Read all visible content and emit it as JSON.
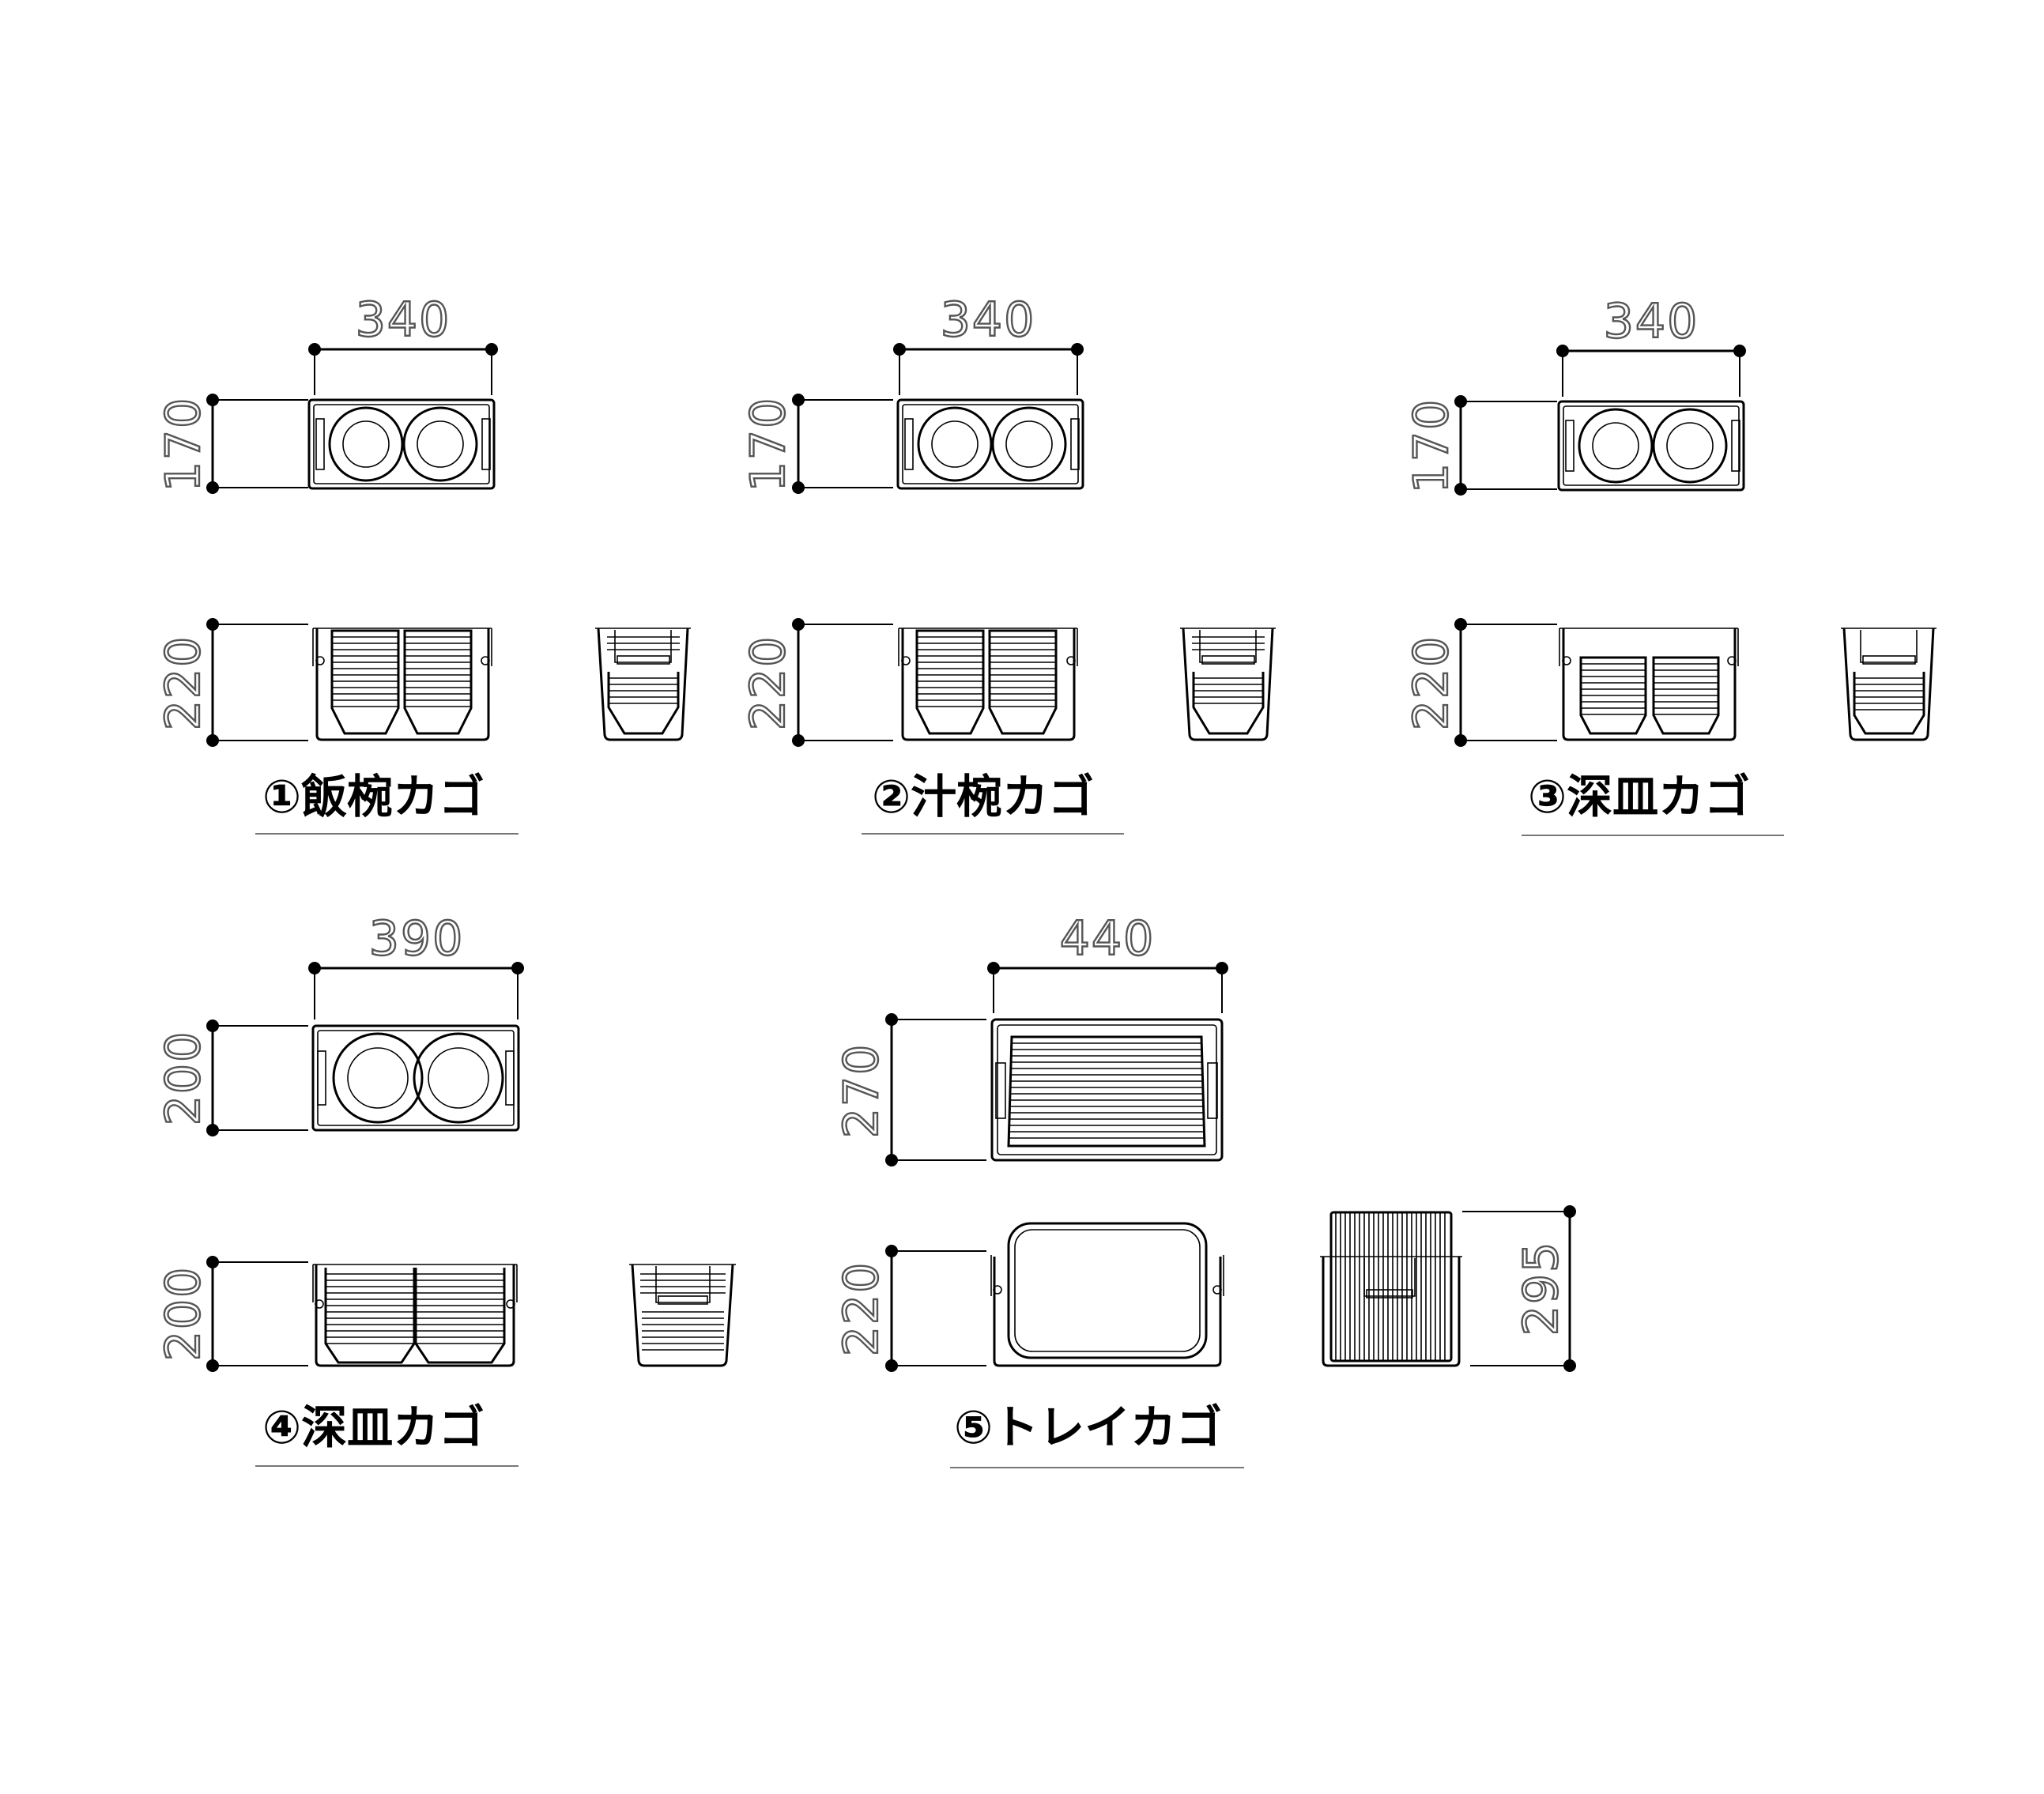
{
  "baskets": [
    {
      "id": "rice-bowl",
      "caption": "①飯椀カゴ",
      "plan": {
        "width_dim": "340",
        "height_dim": "170",
        "contents": "bowls"
      },
      "side": {
        "height_dim": "220",
        "contents": "stacked-bowls"
      },
      "end": {
        "contents": "stacked-bowls"
      }
    },
    {
      "id": "soup-bowl",
      "caption": "②汁椀カゴ",
      "plan": {
        "width_dim": "340",
        "height_dim": "170",
        "contents": "bowls"
      },
      "side": {
        "height_dim": "220",
        "contents": "stacked-bowls"
      },
      "end": {
        "contents": "stacked-bowls"
      }
    },
    {
      "id": "deep-plate-small",
      "caption": "③深皿カゴ",
      "plan": {
        "width_dim": "340",
        "height_dim": "170",
        "contents": "bowls"
      },
      "side": {
        "height_dim": "220",
        "contents": "short-stack"
      },
      "end": {
        "contents": "short-stack"
      }
    },
    {
      "id": "deep-plate-large",
      "caption": "④深皿カゴ",
      "plan": {
        "width_dim": "390",
        "height_dim": "200",
        "contents": "bowls"
      },
      "side": {
        "height_dim": "200",
        "contents": "stacked-plates"
      },
      "end": {
        "contents": "stacked-plates"
      }
    },
    {
      "id": "tray",
      "caption": "⑤トレイカゴ",
      "plan": {
        "width_dim": "440",
        "height_dim": "270",
        "contents": "trays"
      },
      "side": {
        "height_dim": "220",
        "contents": "tray"
      },
      "end": {
        "height_dim": "295",
        "contents": "trays"
      }
    }
  ],
  "icons": {
    "dimension-end": "filled-dot"
  },
  "colors": {
    "line": "#000000",
    "dimension_text_stroke": "#555555",
    "background": "#ffffff"
  }
}
